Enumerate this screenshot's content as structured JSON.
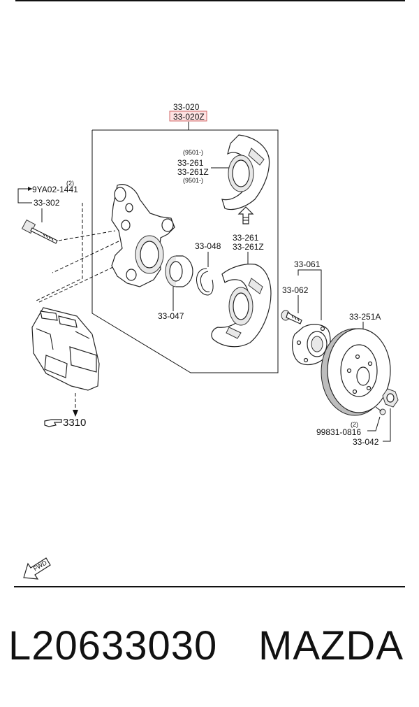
{
  "labels": {
    "assembly_no": "33-020",
    "assembly_alt": "33-020Z",
    "date_top": "(9501-)",
    "dust_cover_upper": "33-261",
    "dust_cover_upper_alt": "33-261Z",
    "date_bottom": "(9501-)",
    "bolt_qty": "(2)",
    "bolt_code": "9YA02-1441",
    "bolt_no": "33-302",
    "snap_ring": "33-048",
    "dust_cover_lower": "33-261",
    "dust_cover_lower_alt": "33-261Z",
    "bearing": "33-047",
    "hub_assy": "33-061",
    "hub_bolt": "33-062",
    "disc": "33-251A",
    "caliper_ref": "3310",
    "screw_qty": "(2)",
    "screw_code": "99831-0816",
    "nut": "33-042",
    "fwd": "FWD"
  },
  "footer": {
    "part_code": "L20633030",
    "brand": "MAZDA"
  },
  "icons": {
    "fwd_arrow": "fwd-arrow-icon",
    "pointing_hand": "pointing-hand-icon",
    "up_arrow": "up-arrow-icon"
  }
}
